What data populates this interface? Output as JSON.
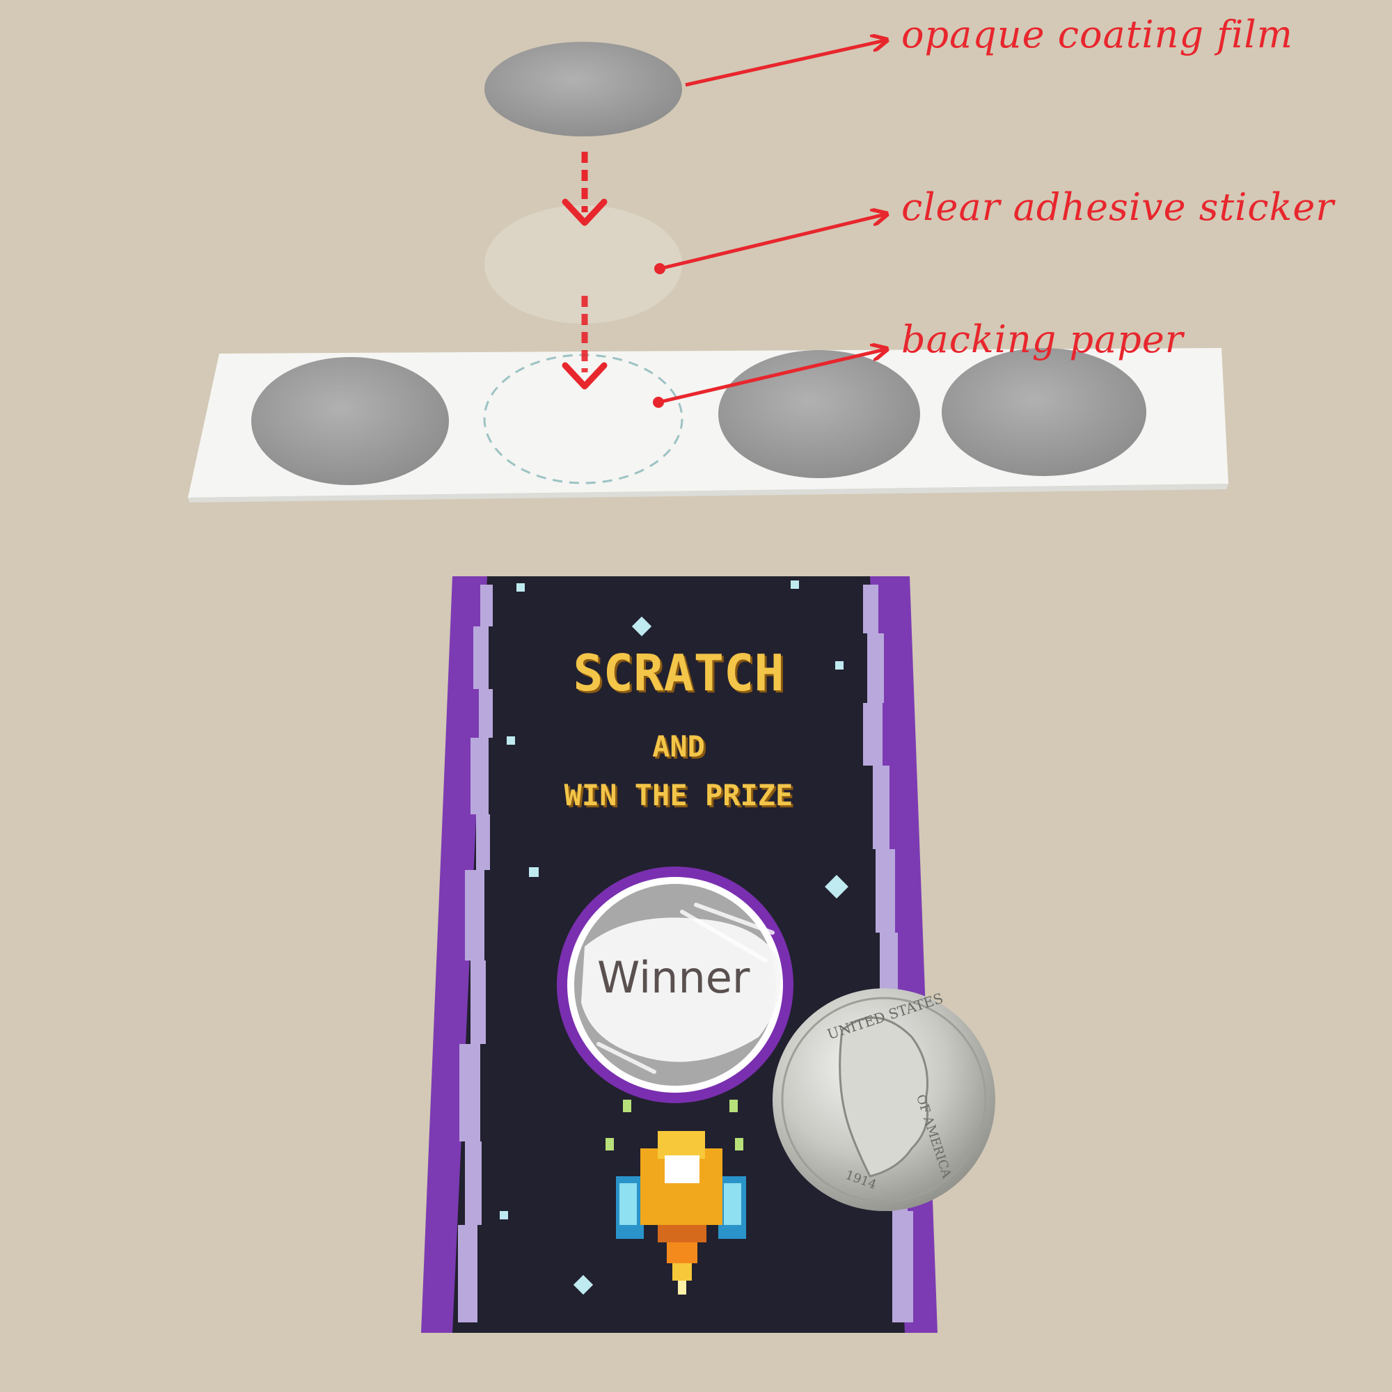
{
  "labels": {
    "opaque_coating_film": "opaque coating film",
    "clear_adhesive_sticker": "clear adhesive sticker",
    "backing_paper": "backing paper"
  },
  "card": {
    "headline": "SCRATCH",
    "line2": "AND",
    "line3": "WIN THE PRIZE",
    "reveal_text": "Winner"
  },
  "coin": {
    "top_legend": "UNITED STATES",
    "right_legend": "OF AMERICA",
    "year": "1914"
  },
  "colors": {
    "background": "#d3c9b6",
    "arrow_red": "#e8262d",
    "card_dark": "#22212f",
    "card_purple": "#7c3bb3",
    "card_lavender": "#b9a8dc",
    "title_yellow": "#f3c549",
    "silver": "#9d9d9d"
  },
  "icons": [
    "arrow-down-icon",
    "spaceship-icon",
    "star-icon",
    "coin-icon"
  ]
}
